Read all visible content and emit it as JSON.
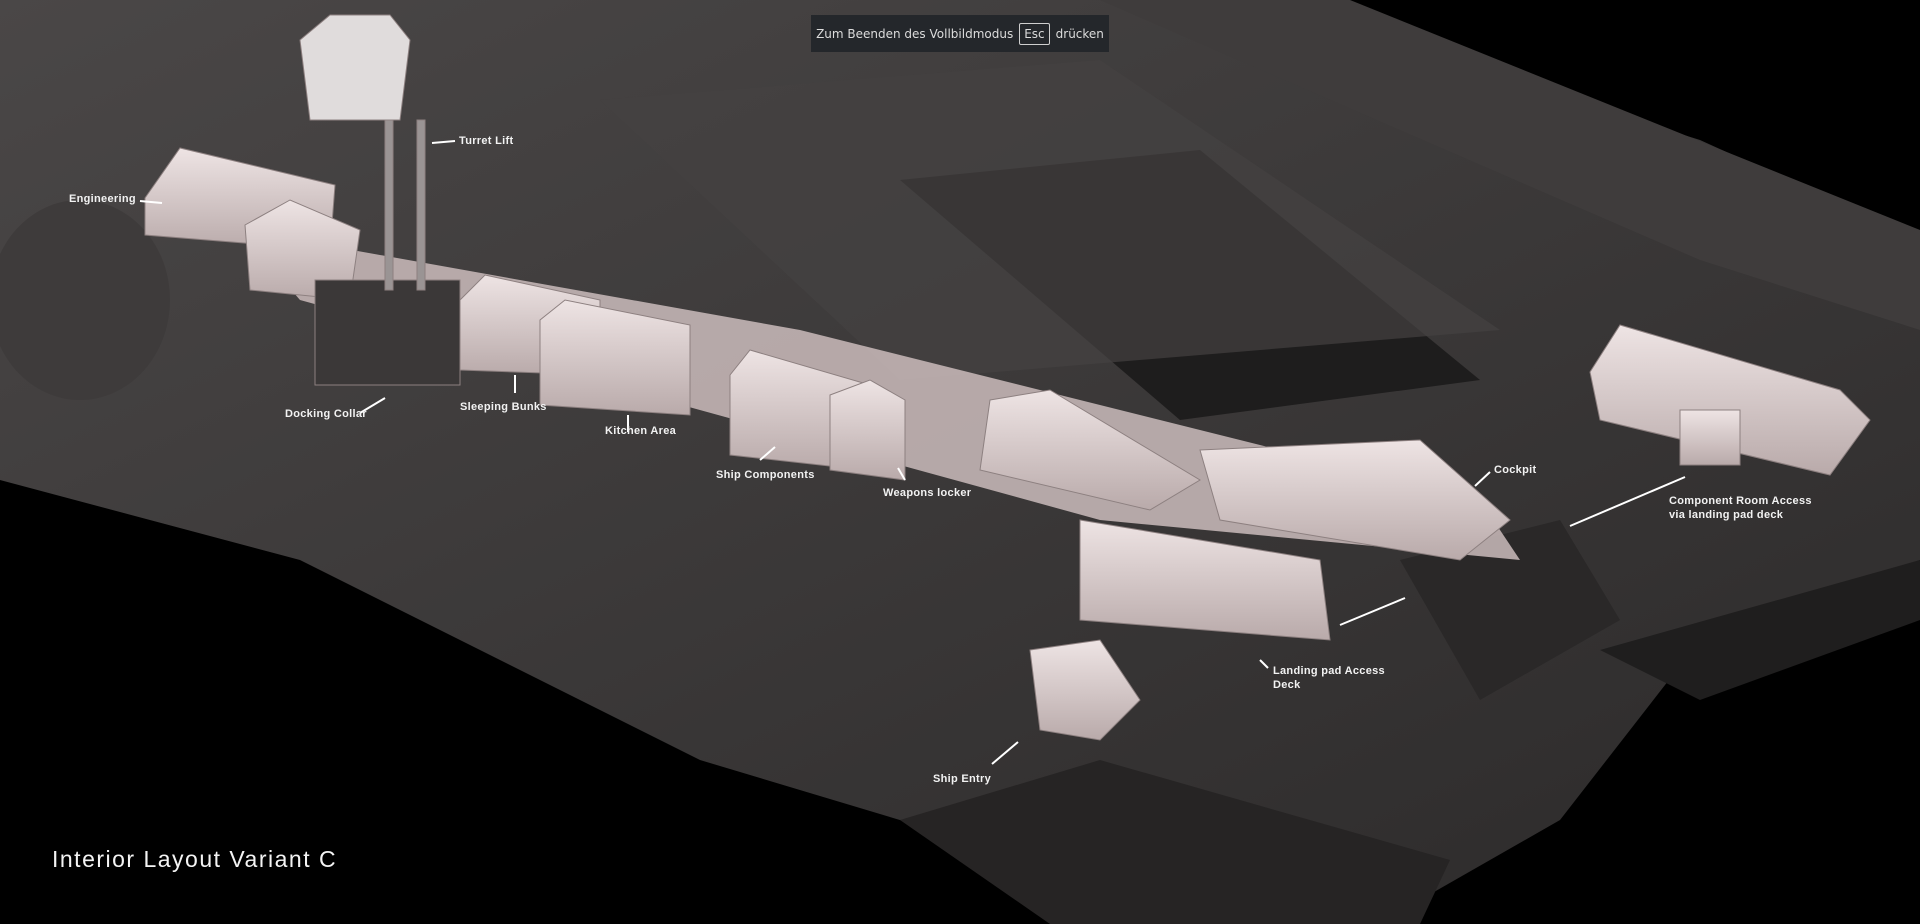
{
  "fullscreen_notice": {
    "before": "Zum Beenden des Vollbildmodus",
    "key": "Esc",
    "after": "drücken"
  },
  "title": "Interior Layout Variant C",
  "labels": {
    "turret_lift": "Turret Lift",
    "engineering": "Engineering",
    "docking_collar": "Docking Collar",
    "sleeping_bunks": "Sleeping Bunks",
    "kitchen_area": "Kitchen Area",
    "ship_components": "Ship Components",
    "weapons_locker": "Weapons locker",
    "cockpit": "Cockpit",
    "component_room_access_1": "Component Room Access",
    "component_room_access_2": "via landing pad deck",
    "landing_pad_1": "Landing pad Access",
    "landing_pad_2": "Deck",
    "ship_entry": "Ship Entry"
  },
  "colors": {
    "hull": "#3a3838",
    "module": "#d9cccc",
    "background": "#000000"
  }
}
